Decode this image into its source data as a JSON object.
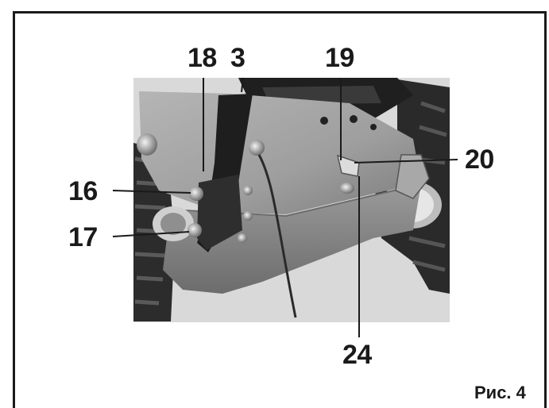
{
  "figure": {
    "caption": "Рис. 4",
    "callouts": {
      "c18": "18",
      "c3": "3",
      "c19": "19",
      "c16": "16",
      "c17": "17",
      "c20": "20",
      "c24": "24"
    }
  }
}
